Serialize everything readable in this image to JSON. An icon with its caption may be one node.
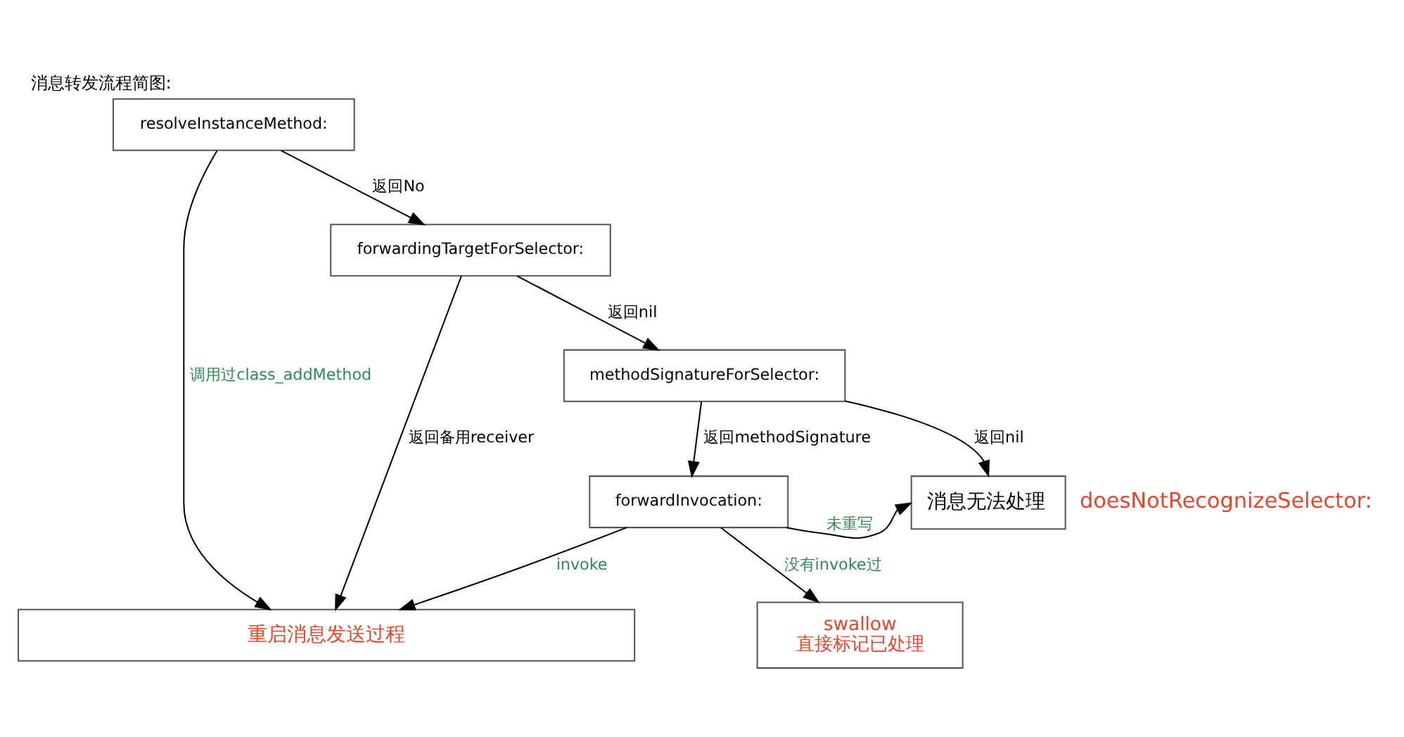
{
  "diagram": {
    "title": "消息转发流程简图:",
    "nodes": [
      {
        "text": [
          "resolveInstanceMethod:"
        ]
      },
      {
        "text": [
          "forwardingTargetForSelector:"
        ]
      },
      {
        "text": [
          "methodSignatureForSelector:"
        ]
      },
      {
        "text": [
          "forwardInvocation:"
        ]
      },
      {
        "text": [
          "消息无法处理"
        ],
        "beside": [
          "doesNotRecognizeSelector:"
        ]
      },
      {
        "text": [
          "重启消息发送过程"
        ]
      },
      {
        "text": [
          "swallow",
          "直接标记已处理"
        ]
      }
    ],
    "edges": [
      {
        "from": 0,
        "to": 1,
        "arrow": "to",
        "label": "返回No"
      },
      {
        "from": 1,
        "to": 2,
        "arrow": "to",
        "label": "返回nil"
      },
      {
        "from": 2,
        "to": 4,
        "arrow": "to",
        "label": "返回nil"
      },
      {
        "from": 2,
        "to": 3,
        "arrow": "to",
        "label": "返回methodSignature"
      },
      {
        "from": 3,
        "to": 4,
        "arrow": "to",
        "label": "未重写"
      },
      {
        "from": 0,
        "to": 5,
        "arrow": "to",
        "label": "调用过class_addMethod"
      },
      {
        "from": 1,
        "to": 5,
        "arrow": "to",
        "label": "返回备用receiver"
      },
      {
        "from": 3,
        "to": 5,
        "arrow": "to",
        "label": "invoke"
      },
      {
        "from": 3,
        "to": 6,
        "arrow": "to",
        "label": "没有invoke过"
      }
    ]
  }
}
